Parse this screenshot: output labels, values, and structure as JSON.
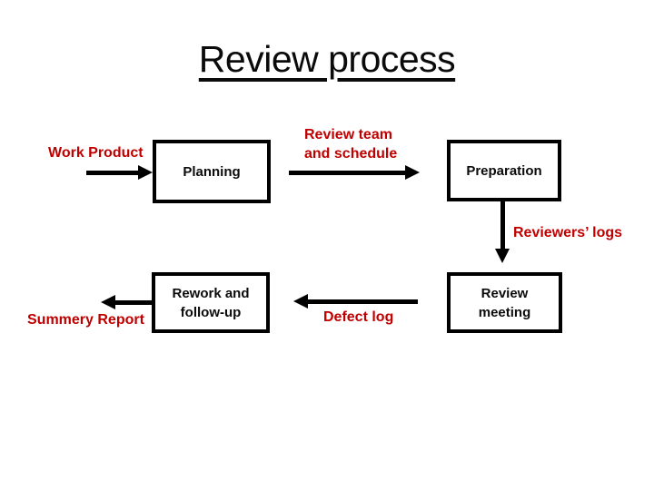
{
  "title": "Review process",
  "colors": {
    "annotation_red": "#c00000",
    "diagram_ink": "#000000",
    "background": "#ffffff"
  },
  "flowchart": {
    "nodes": [
      {
        "id": "planning",
        "label": "Planning"
      },
      {
        "id": "preparation",
        "label": "Preparation"
      },
      {
        "id": "review-meeting",
        "label": "Review\nmeeting"
      },
      {
        "id": "rework-follow-up",
        "label": "Rework and\nfollow-up"
      }
    ],
    "annotations": {
      "work_product": "Work Product",
      "review_team_schedule": "Review team\nand schedule",
      "reviewers_logs": "Reviewers’ logs",
      "defect_log": "Defect log",
      "summery_report": "Summery Report"
    },
    "edges": [
      {
        "from": "Work Product (input)",
        "to": "Planning",
        "direction": "right"
      },
      {
        "from": "Planning",
        "to": "Preparation",
        "direction": "right",
        "label": "Review team and schedule"
      },
      {
        "from": "Preparation",
        "to": "Review meeting",
        "direction": "down",
        "label": "Reviewers’ logs"
      },
      {
        "from": "Review meeting",
        "to": "Rework and follow-up",
        "direction": "left",
        "label": "Defect log"
      },
      {
        "from": "Rework and follow-up",
        "to": "Summery Report (output)",
        "direction": "left"
      }
    ]
  }
}
